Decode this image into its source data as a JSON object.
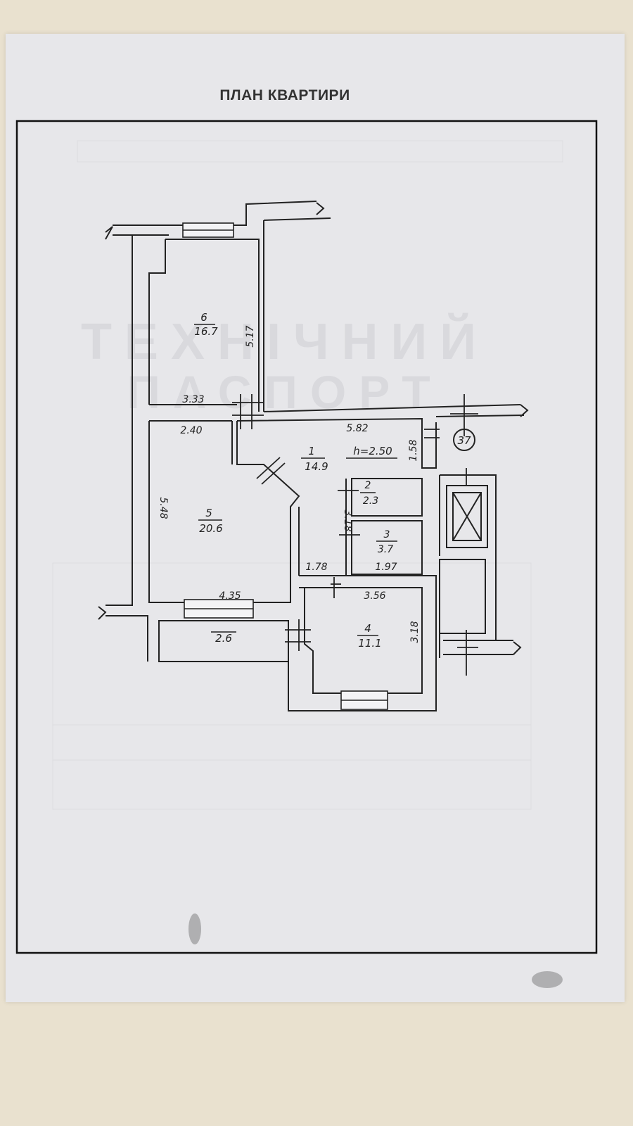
{
  "page": {
    "title": "ПЛАН КВАРТИРИ",
    "watermark": [
      "ТЕХНІЧНИЙ",
      "ПАСПОРТ"
    ]
  },
  "rooms": [
    {
      "number": "1",
      "area": "14.9",
      "height": "h=2.50"
    },
    {
      "number": "2",
      "area": "2.3"
    },
    {
      "number": "3",
      "area": "3.7"
    },
    {
      "number": "4",
      "area": "11.1"
    },
    {
      "number": "5",
      "area": "20.6"
    },
    {
      "number": "6",
      "area": "16.7"
    },
    {
      "area": "2.6"
    }
  ],
  "dimensions": {
    "r6_width": "3.33",
    "r6_length": "5.17",
    "r5_top": "2.40",
    "r5_bottom": "4.35",
    "r5_length": "5.48",
    "r1_top": "5.82",
    "r1_right": "1.58",
    "corridor": "3.18",
    "r3_bottom": "1.97",
    "corridor_bottom": "1.78",
    "r4_top": "3.56",
    "r4_right": "3.18"
  },
  "shaft_marker": "37"
}
